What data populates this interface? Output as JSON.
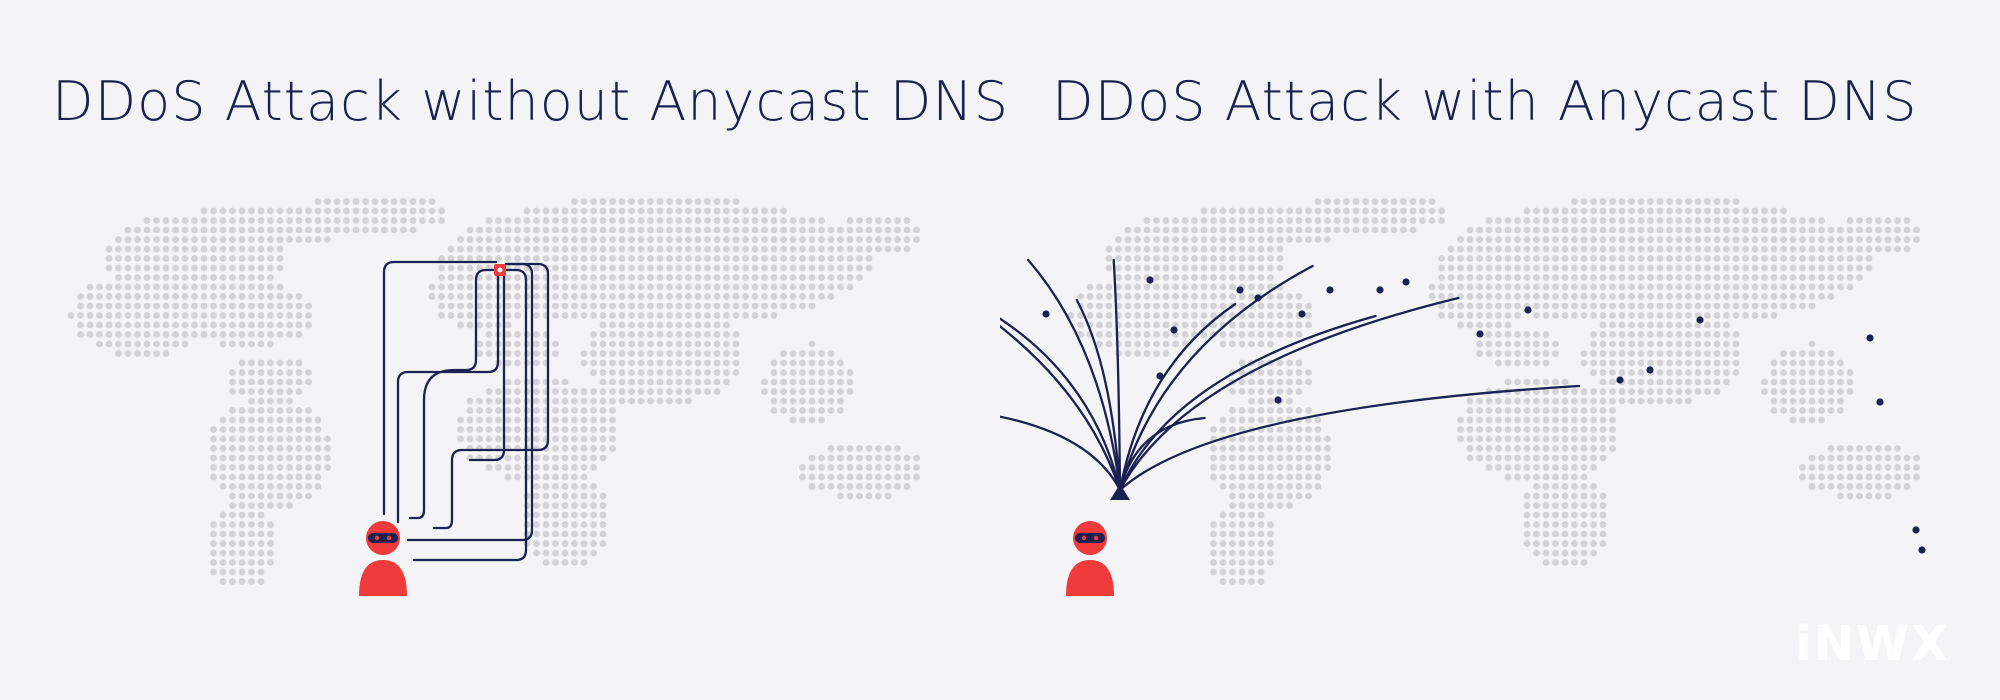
{
  "diagrams": [
    {
      "title": "DDoS Attack without Anycast DNS",
      "mode": "without"
    },
    {
      "title": "DDoS Attack with Anycast DNS",
      "mode": "with"
    }
  ],
  "brand": {
    "name": "INWX",
    "display": "iNWX"
  },
  "colors": {
    "navy": "#1b2150",
    "attacker": "#ef3b3b",
    "map_dot": "#d3d3d7",
    "background": "#f4f4f6",
    "logo": "#ffffff"
  },
  "icons": {
    "attacker": "hacker-icon",
    "server": "server-icon"
  }
}
